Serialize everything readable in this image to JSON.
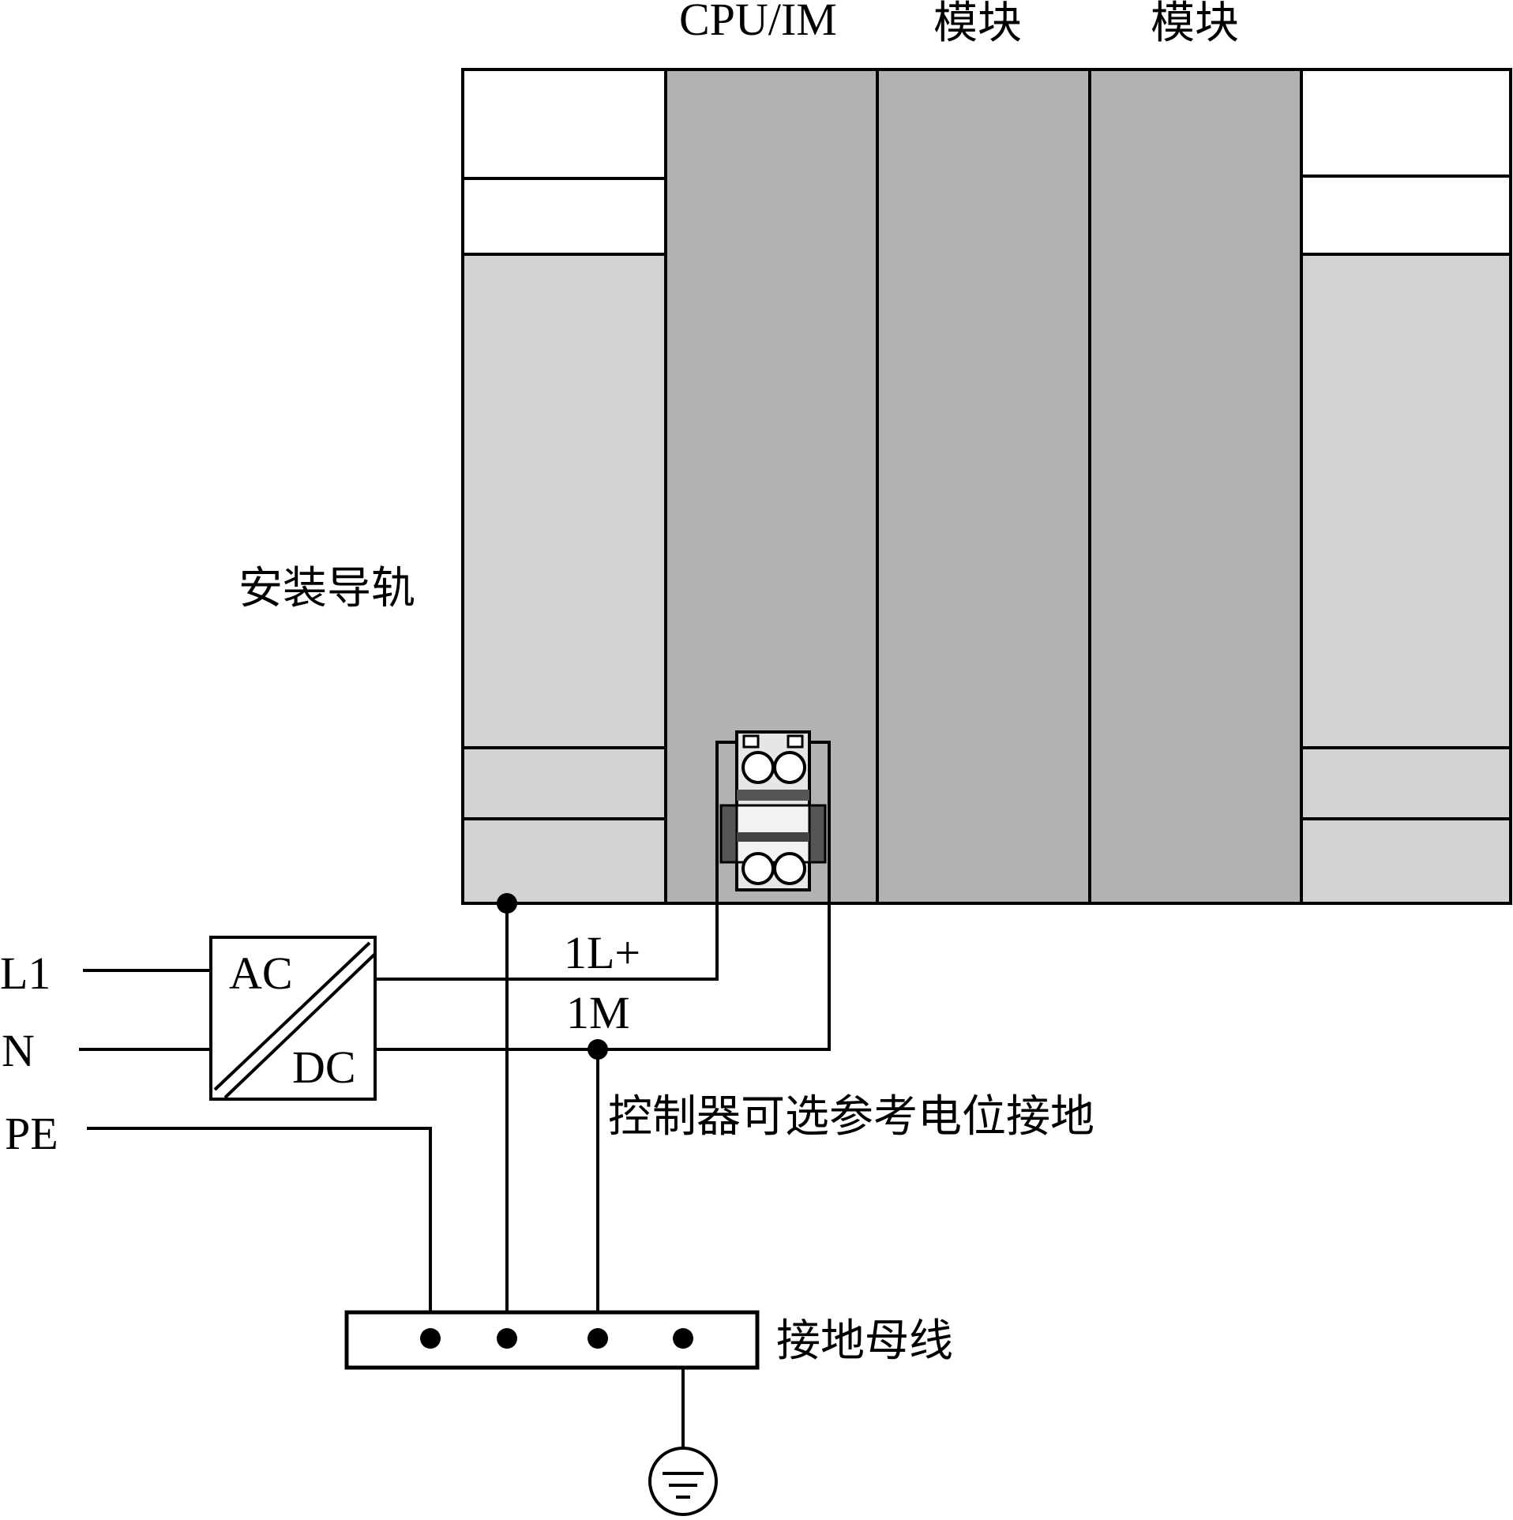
{
  "header": {
    "cpu_im": "CPU/IM",
    "module_1": "模块",
    "module_2": "模块"
  },
  "labels": {
    "rail": "安装导轨",
    "reference_ground": "控制器可选参考电位接地",
    "busbar": "接地母线"
  },
  "inputs": {
    "l1": "L1",
    "n": "N",
    "pe": "PE"
  },
  "psu": {
    "ac": "AC",
    "dc": "DC"
  },
  "outputs": {
    "plus": "1L+",
    "minus": "1M"
  },
  "colors": {
    "rail_fill": "#d3d3d3",
    "module_fill": "#b2b2b2",
    "line": "#000000",
    "background": "#ffffff"
  }
}
